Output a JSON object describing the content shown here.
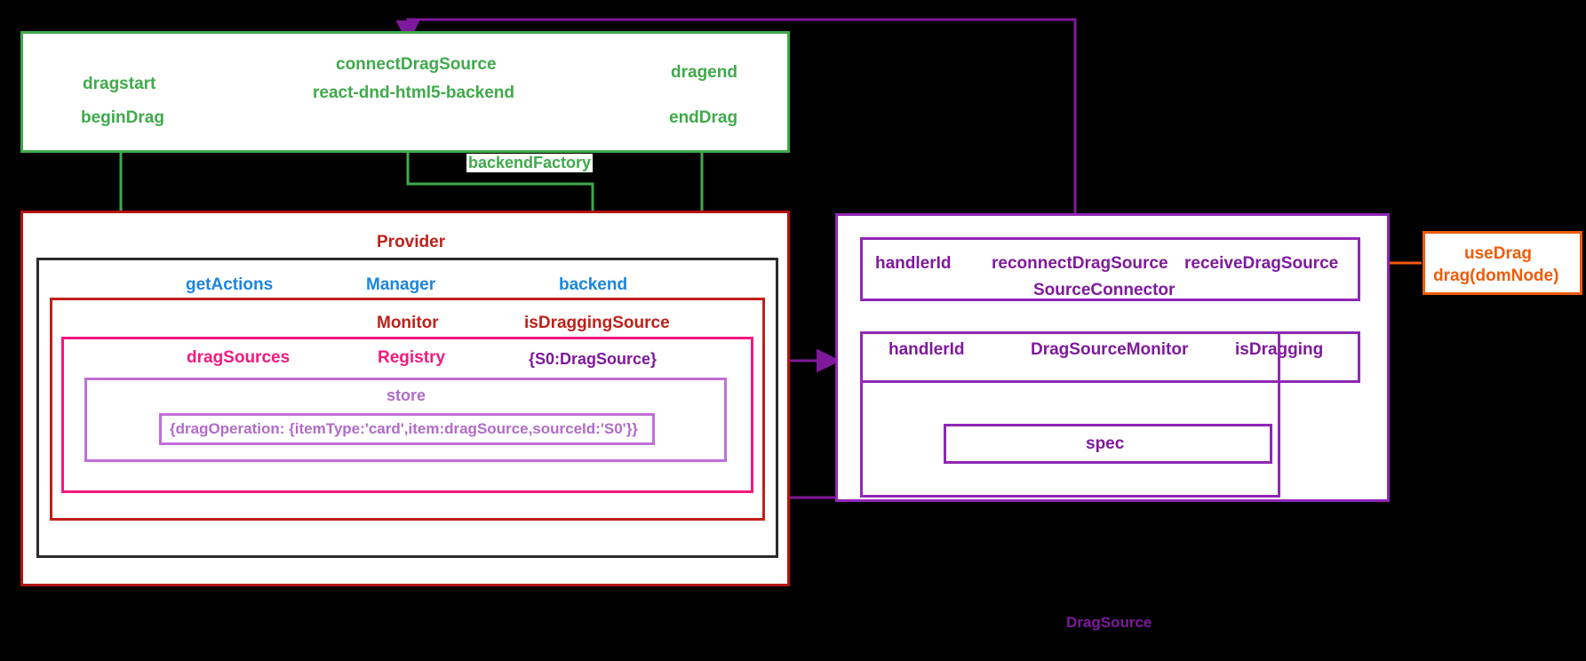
{
  "title": "react-dnd DragSource architecture diagram",
  "colors": {
    "background": "#000000",
    "green": "#3faa4a",
    "red": "#c0201b",
    "dark_red": "#b41510",
    "blue": "#1a86e0",
    "pink": "#f3197f",
    "purple": "#7f199c",
    "light_purple": "#b06cc8",
    "orange": "#ef5c0a",
    "black_border": "#2b2b2b",
    "panel": "#ffffff"
  },
  "backend_panel": {
    "name": "react-dnd-html5-backend",
    "title": "react-dnd-html5-backend",
    "connect_drag_source": "connectDragSource",
    "dragstart": "dragstart",
    "begin_drag": "beginDrag",
    "dragend": "dragend",
    "end_drag": "endDrag"
  },
  "edges": {
    "backend_factory": "backendFactory"
  },
  "provider_panel": {
    "title": "Provider",
    "manager": {
      "get_actions": "getActions",
      "title": "Manager",
      "backend": "backend"
    },
    "monitor": {
      "title": "Monitor",
      "is_dragging_source": "isDraggingSource"
    },
    "registry": {
      "drag_sources": "dragSources",
      "title": "Registry",
      "sources_map": "{S0:DragSource}"
    },
    "store": {
      "title": "store",
      "state": "{dragOperation:  {itemType:'card',item:dragSource,sourceId:'S0'}}"
    }
  },
  "dragsource_panel": {
    "caption": "DragSource",
    "source_connector": {
      "handler_id": "handlerId",
      "reconnect_drag_source": "reconnectDragSource",
      "receive_drag_source": "receiveDragSource",
      "title": "SourceConnector"
    },
    "drag_source_monitor": {
      "handler_id": "handlerId",
      "title": "DragSourceMonitor",
      "is_dragging": "isDragging"
    },
    "spec": {
      "title": "spec"
    }
  },
  "use_drag": {
    "line1": "useDrag",
    "line2": "drag(domNode)"
  }
}
